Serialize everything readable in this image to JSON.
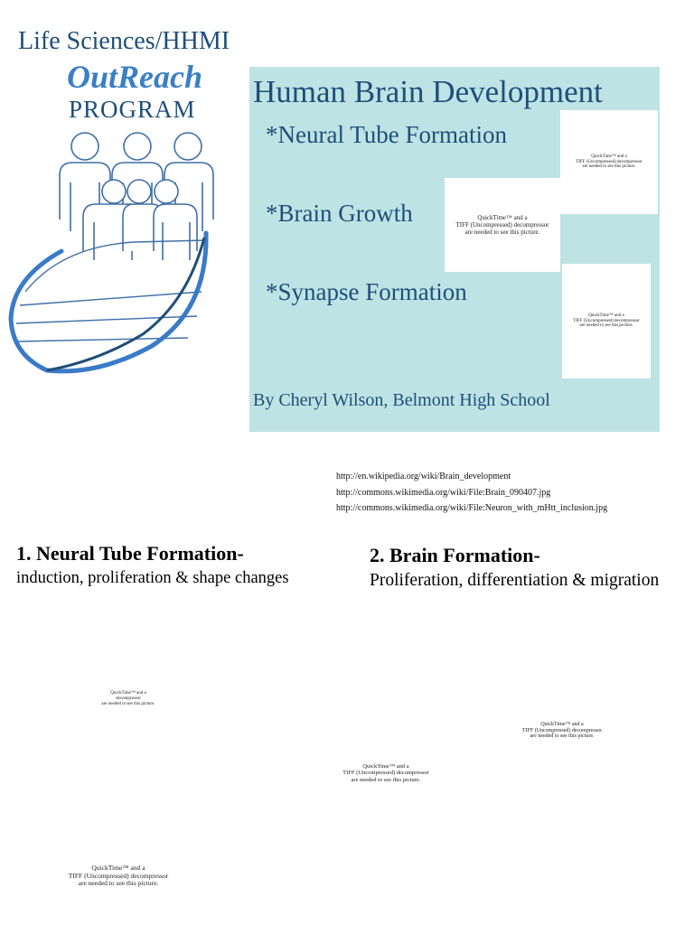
{
  "logo": {
    "title": "Life Sciences/HHMI",
    "script": "OutReach",
    "program": "PROGRAM",
    "primary_color": "#1f4e79",
    "accent_color": "#3b7fc4"
  },
  "title_card": {
    "title": "Human Brain Development",
    "topics": [
      "*Neural Tube Formation",
      "*Brain Growth",
      "*Synapse Formation"
    ],
    "byline": "By Cheryl Wilson, Belmont High School",
    "background": "#bde3e4"
  },
  "placeholders": {
    "full": "QuickTime™ and a\nTIFF (Uncompressed) decompressor\nare needed to see this picture.",
    "short": "QuickTime™ and a\ndecompressor\nare needed to see this picture."
  },
  "urls": [
    "http://en.wikipedia.org/wiki/Brain_development",
    "http://commons.wikimedia.org/wiki/File:Brain_090407.jpg",
    "http://commons.wikimedia.org/wiki/File:Neuron_with_mHtt_inclusion.jpg"
  ],
  "sections": [
    {
      "heading": "1.   Neural Tube Formation-",
      "subtitle": "induction, proliferation & shape changes"
    },
    {
      "heading": "2. Brain Formation-",
      "subtitle": "Proliferation, differentiation & migration"
    }
  ]
}
